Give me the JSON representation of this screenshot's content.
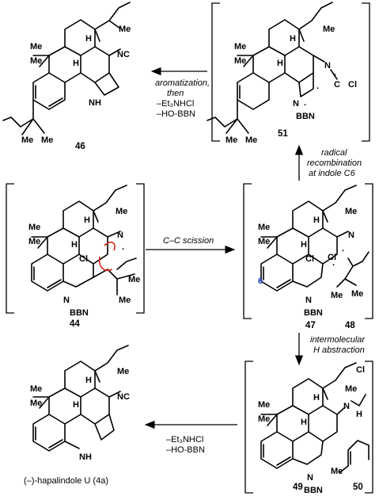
{
  "compounds": {
    "c46": "46",
    "c51": "51",
    "c44": "44",
    "c47": "47",
    "c48": "48",
    "c49": "49",
    "c50": "50",
    "product": "(–)-hapalindole U (4a)"
  },
  "atoms": {
    "me": "Me",
    "nc": "NC",
    "nh": "NH",
    "n": "N",
    "h": "H",
    "cl": "Cl",
    "bbn": "BBN",
    "c": "C",
    "dot": "·",
    "position6": "6"
  },
  "arrows": {
    "top": {
      "line1": "aromatization,",
      "line2": "then",
      "line3": "–Et₃NHCl",
      "line4": "–HO-BBN"
    },
    "right_up": {
      "line1": "radical",
      "line2": "recombination",
      "line3": "at indole C6"
    },
    "middle": {
      "line1": "C–C scission"
    },
    "right_down": {
      "line1": "intermolecular",
      "line2": "H abstraction"
    },
    "bottom": {
      "line1": "–Et₃NHCl",
      "line2": "–HO-BBN"
    }
  }
}
